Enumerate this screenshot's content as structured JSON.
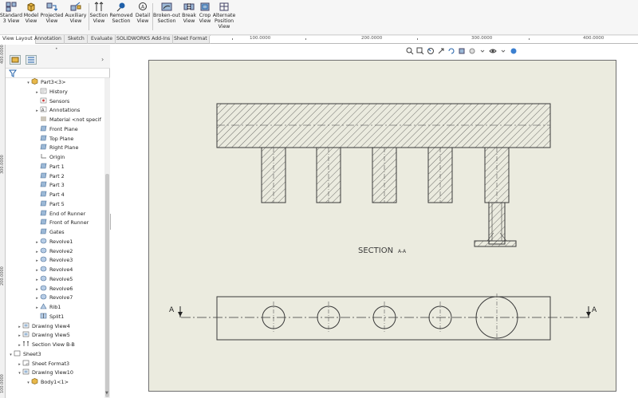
{
  "ribbon": {
    "tools": [
      {
        "name": "standard-3-view",
        "label": "Standard\n3 View",
        "icon": "standard-3-view-icon"
      },
      {
        "name": "model-view",
        "label": "Model\nView",
        "icon": "model-view-icon"
      },
      {
        "name": "projected-view",
        "label": "Projected\nView",
        "icon": "projected-view-icon"
      },
      {
        "name": "auxiliary-view",
        "label": "Auxiliary\nView",
        "icon": "auxiliary-view-icon"
      },
      {
        "name": "section-view",
        "label": "Section\nView",
        "icon": "section-view-icon"
      },
      {
        "name": "removed-section",
        "label": "Removed\nSection",
        "icon": "removed-section-icon"
      },
      {
        "name": "detail-view",
        "label": "Detail\nView",
        "icon": "detail-view-icon"
      },
      {
        "name": "broken-out-section",
        "label": "Broken-out\nSection",
        "icon": "broken-out-section-icon"
      },
      {
        "name": "break-view",
        "label": "Break\nView",
        "icon": "break-view-icon"
      },
      {
        "name": "crop-view",
        "label": "Crop\nView",
        "icon": "crop-view-icon"
      },
      {
        "name": "alternate-position-view",
        "label": "Alternate\nPosition\nView",
        "icon": "alternate-position-view-icon"
      }
    ]
  },
  "tabs": [
    "View Layout",
    "Annotation",
    "Sketch",
    "Evaluate",
    "SOLIDWORKS Add-Ins",
    "Sheet Format"
  ],
  "active_tab": "View Layout",
  "ruler": {
    "horizontal": [
      "100.0000",
      "200.0000",
      "300.0000",
      "400.0000"
    ],
    "vertical": [
      "100.0000",
      "200.0000",
      "300.0000",
      "400.0000"
    ]
  },
  "tree": {
    "rows": [
      {
        "label": "Part3<3>",
        "indent": 2,
        "arrow": "down",
        "icon": "part-icon"
      },
      {
        "label": "History",
        "indent": 3,
        "arrow": "right",
        "icon": "history-icon"
      },
      {
        "label": "Sensors",
        "indent": 3,
        "arrow": "",
        "icon": "sensors-icon"
      },
      {
        "label": "Annotations",
        "indent": 3,
        "arrow": "right",
        "icon": "annotations-icon"
      },
      {
        "label": "Material <not specif",
        "indent": 3,
        "arrow": "",
        "icon": "material-icon"
      },
      {
        "label": "Front Plane",
        "indent": 3,
        "arrow": "",
        "icon": "plane-icon"
      },
      {
        "label": "Top Plane",
        "indent": 3,
        "arrow": "",
        "icon": "plane-icon"
      },
      {
        "label": "Right Plane",
        "indent": 3,
        "arrow": "",
        "icon": "plane-icon"
      },
      {
        "label": "Origin",
        "indent": 3,
        "arrow": "",
        "icon": "origin-icon"
      },
      {
        "label": "Part 1",
        "indent": 3,
        "arrow": "",
        "icon": "plane-icon"
      },
      {
        "label": "Part 2",
        "indent": 3,
        "arrow": "",
        "icon": "plane-icon"
      },
      {
        "label": "Part 3",
        "indent": 3,
        "arrow": "",
        "icon": "plane-icon"
      },
      {
        "label": "Part 4",
        "indent": 3,
        "arrow": "",
        "icon": "plane-icon"
      },
      {
        "label": "Part 5",
        "indent": 3,
        "arrow": "",
        "icon": "plane-icon"
      },
      {
        "label": "End of Runner",
        "indent": 3,
        "arrow": "",
        "icon": "plane-icon"
      },
      {
        "label": "Front of Runner",
        "indent": 3,
        "arrow": "",
        "icon": "plane-icon"
      },
      {
        "label": "Gates",
        "indent": 3,
        "arrow": "",
        "icon": "plane-icon"
      },
      {
        "label": "Revolve1",
        "indent": 3,
        "arrow": "right",
        "icon": "revolve-icon"
      },
      {
        "label": "Revolve2",
        "indent": 3,
        "arrow": "right",
        "icon": "revolve-icon"
      },
      {
        "label": "Revolve3",
        "indent": 3,
        "arrow": "right",
        "icon": "revolve-icon"
      },
      {
        "label": "Revolve4",
        "indent": 3,
        "arrow": "right",
        "icon": "revolve-icon"
      },
      {
        "label": "Revolve5",
        "indent": 3,
        "arrow": "right",
        "icon": "revolve-icon"
      },
      {
        "label": "Revolve6",
        "indent": 3,
        "arrow": "right",
        "icon": "revolve-icon"
      },
      {
        "label": "Revolve7",
        "indent": 3,
        "arrow": "right",
        "icon": "revolve-icon"
      },
      {
        "label": "Rib1",
        "indent": 3,
        "arrow": "right",
        "icon": "rib-icon"
      },
      {
        "label": "Split1",
        "indent": 3,
        "arrow": "",
        "icon": "split-icon"
      },
      {
        "label": "Drawing View4",
        "indent": 1,
        "arrow": "right",
        "icon": "drawing-view-icon"
      },
      {
        "label": "Drawing View5",
        "indent": 1,
        "arrow": "right",
        "icon": "drawing-view-icon"
      },
      {
        "label": "Section View B-B",
        "indent": 1,
        "arrow": "right",
        "icon": "section-view-icon"
      },
      {
        "label": "Sheet3",
        "indent": 0,
        "arrow": "down",
        "icon": "sheet-icon"
      },
      {
        "label": "Sheet Format3",
        "indent": 1,
        "arrow": "right",
        "icon": "sheet-format-icon"
      },
      {
        "label": "Drawing View10",
        "indent": 1,
        "arrow": "down",
        "icon": "drawing-view-icon"
      },
      {
        "label": "Body1<1>",
        "indent": 2,
        "arrow": "down",
        "icon": "part-icon"
      }
    ]
  },
  "drawing": {
    "section_label": "SECTION",
    "section_suffix": "A-A",
    "cut_line_left": "A",
    "cut_line_right": "A"
  },
  "colors": {
    "sheet": "#ebebdf",
    "line": "#3a3a3a",
    "accent": "#1f5fa8"
  }
}
